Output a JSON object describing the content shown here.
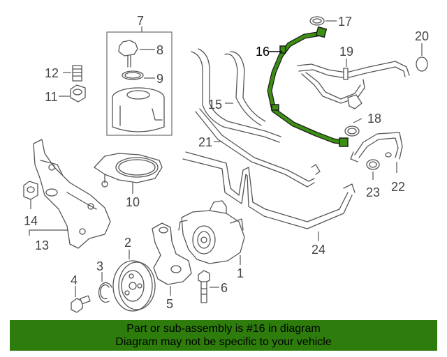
{
  "diagram": {
    "callouts": [
      "1",
      "2",
      "3",
      "4",
      "5",
      "6",
      "7",
      "8",
      "9",
      "10",
      "11",
      "12",
      "13",
      "14",
      "15",
      "16",
      "17",
      "18",
      "19",
      "20",
      "21",
      "22",
      "23",
      "24"
    ],
    "highlighted_part": "16",
    "highlight_color": "#2e7d0c"
  },
  "banner": {
    "line1": "Part or sub-assembly is #16 in diagram",
    "line2": "Diagram may not be specific to your vehicle",
    "background": "#2e7d0c"
  }
}
